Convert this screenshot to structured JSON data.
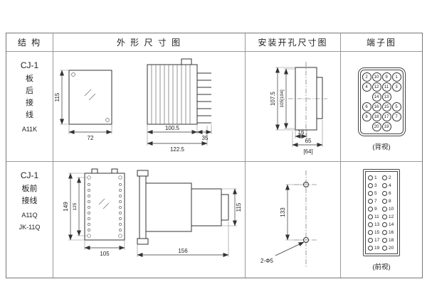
{
  "header": {
    "structure": "结  构",
    "outline": "外 形 尺 寸 图",
    "install": "安装开孔尺寸图",
    "terminal": "端子图"
  },
  "rows": [
    {
      "structure": {
        "model": "CJ-1",
        "wiring": [
          "板",
          "后",
          "接",
          "线"
        ],
        "codes": [
          "A11K"
        ]
      },
      "outline": {
        "front": {
          "height": "115",
          "width": "72"
        },
        "side": {
          "body": "100.5",
          "pins": "35",
          "total": "122.5"
        }
      },
      "install": {
        "v_outer": "107.5",
        "v_inner": "105[104]",
        "h_top": "16",
        "h_mid": "65",
        "h_alt": "[64]"
      }
    },
    {
      "structure": {
        "model": "CJ-1",
        "wiring": [
          "板前",
          "接线"
        ],
        "codes": [
          "A11Q",
          "JK-11Q"
        ]
      },
      "outline": {
        "front": {
          "height": "149",
          "height_inner": "125",
          "width": "105"
        },
        "side": {
          "length": "156",
          "height": "115"
        }
      },
      "install": {
        "v": "133",
        "holes": "2-Φ5"
      }
    }
  ],
  "terminals": {
    "back": {
      "caption": "(背视)",
      "rows": [
        [
          "2",
          "10",
          "9",
          "1"
        ],
        [
          "4",
          "12",
          "11",
          "3"
        ],
        [
          "",
          "14",
          "13",
          ""
        ],
        [
          "6",
          "16",
          "15",
          "5"
        ],
        [
          "8",
          "18",
          "17",
          "7"
        ],
        [
          "",
          "20",
          "19",
          ""
        ]
      ]
    },
    "front": {
      "caption": "(前视)",
      "numbers": [
        "1",
        "2",
        "3",
        "4",
        "5",
        "6",
        "7",
        "8",
        "9",
        "10",
        "11",
        "12",
        "13",
        "14",
        "15",
        "16",
        "17",
        "18",
        "19",
        "20"
      ]
    }
  }
}
